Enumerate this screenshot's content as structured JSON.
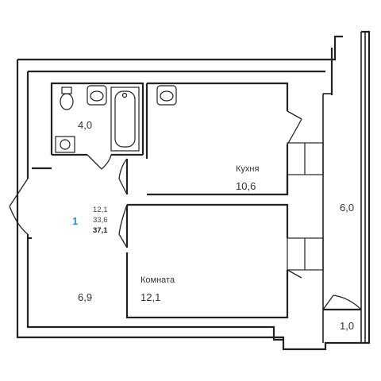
{
  "plan": {
    "apartment_number": "1",
    "summary": {
      "living_area": "12,1",
      "kitchen_living_area": "33,6",
      "total_area": "37,1"
    },
    "rooms": {
      "bathroom": {
        "area": "4,0"
      },
      "kitchen": {
        "name": "Кухня",
        "area": "10,6"
      },
      "loggia": {
        "area": "6,0"
      },
      "hall": {
        "area": "6,9"
      },
      "living_room": {
        "name": "Комната",
        "area": "12,1"
      },
      "balcony": {
        "area": "1,0"
      }
    },
    "colors": {
      "walls": "#222222",
      "apartment_number": "#2f8fd0",
      "text": "#333333",
      "background": "#ffffff"
    }
  }
}
